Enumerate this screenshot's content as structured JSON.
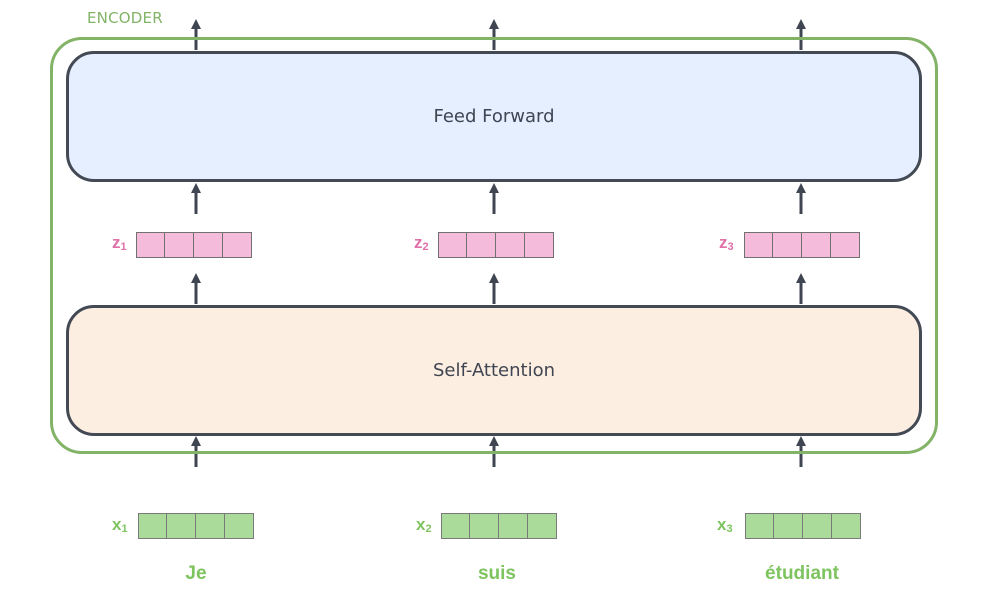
{
  "encoder": {
    "label": "ENCODER"
  },
  "layers": {
    "feed_forward": "Feed Forward",
    "self_attention": "Self-Attention"
  },
  "columns": [
    {
      "z_letter": "z",
      "z_index": "1",
      "x_letter": "x",
      "x_index": "1",
      "word": "Je"
    },
    {
      "z_letter": "z",
      "z_index": "2",
      "x_letter": "x",
      "x_index": "2",
      "word": "suis"
    },
    {
      "z_letter": "z",
      "z_index": "3",
      "x_letter": "x",
      "x_index": "3",
      "word": "étudiant"
    }
  ],
  "colors": {
    "encoder_border": "#82b366",
    "feed_forward_fill": "#e5efff",
    "self_attention_fill": "#fdeee2",
    "z_vector": "#f4bcda",
    "x_vector": "#abdb9a",
    "z_text": "#e070a8",
    "x_text": "#7dc45f"
  }
}
